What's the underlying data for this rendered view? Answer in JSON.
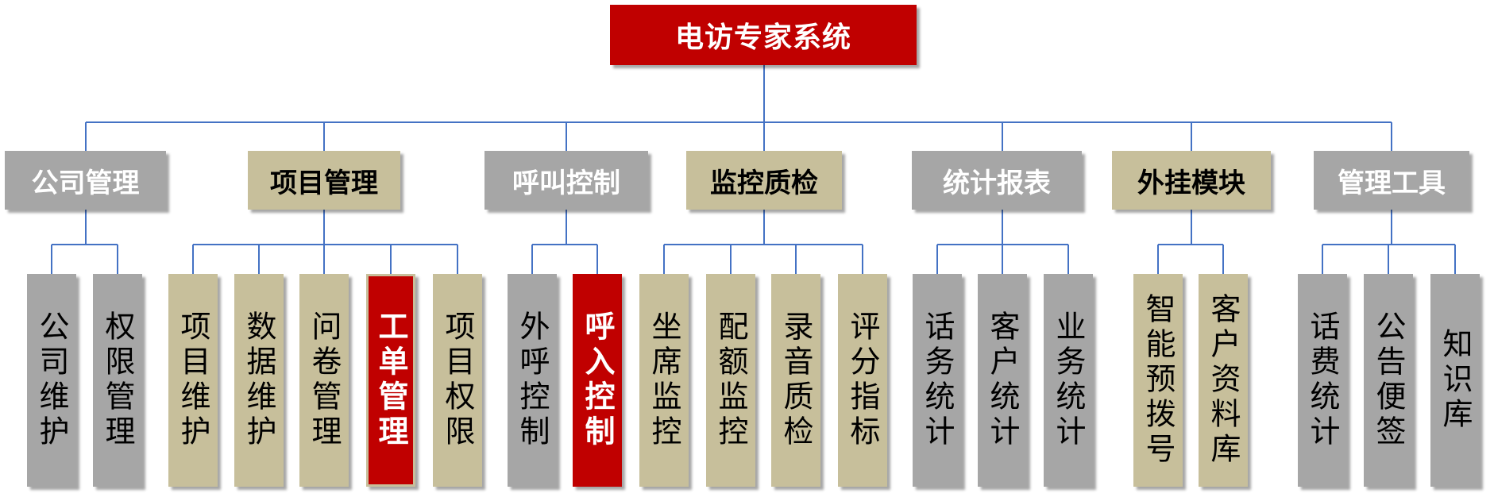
{
  "root": {
    "label": "电访专家系统"
  },
  "colors": {
    "red": "#c00000",
    "gray": "#a6a6a6",
    "tan": "#c7bf9b",
    "line": "#4472c4"
  },
  "categories": [
    {
      "label": "公司管理",
      "style": "gray",
      "children": [
        "公司维护",
        "权限管理"
      ]
    },
    {
      "label": "项目管理",
      "style": "tan",
      "children": [
        "项目维护",
        "数据维护",
        "问卷管理",
        "工单管理",
        "项目权限"
      ]
    },
    {
      "label": "呼叫控制",
      "style": "gray",
      "children": [
        "外呼控制",
        "呼入控制"
      ]
    },
    {
      "label": "监控质检",
      "style": "tan",
      "children": [
        "坐席监控",
        "配额监控",
        "录音质检",
        "评分指标"
      ]
    },
    {
      "label": "统计报表",
      "style": "gray",
      "children": [
        "话务统计",
        "客户统计",
        "业务统计"
      ]
    },
    {
      "label": "外挂模块",
      "style": "tan",
      "children": [
        "智能预拨号",
        "客户资料库"
      ]
    },
    {
      "label": "管理工具",
      "style": "gray",
      "children": [
        "话费统计",
        "公告便签",
        "知识库"
      ]
    }
  ]
}
